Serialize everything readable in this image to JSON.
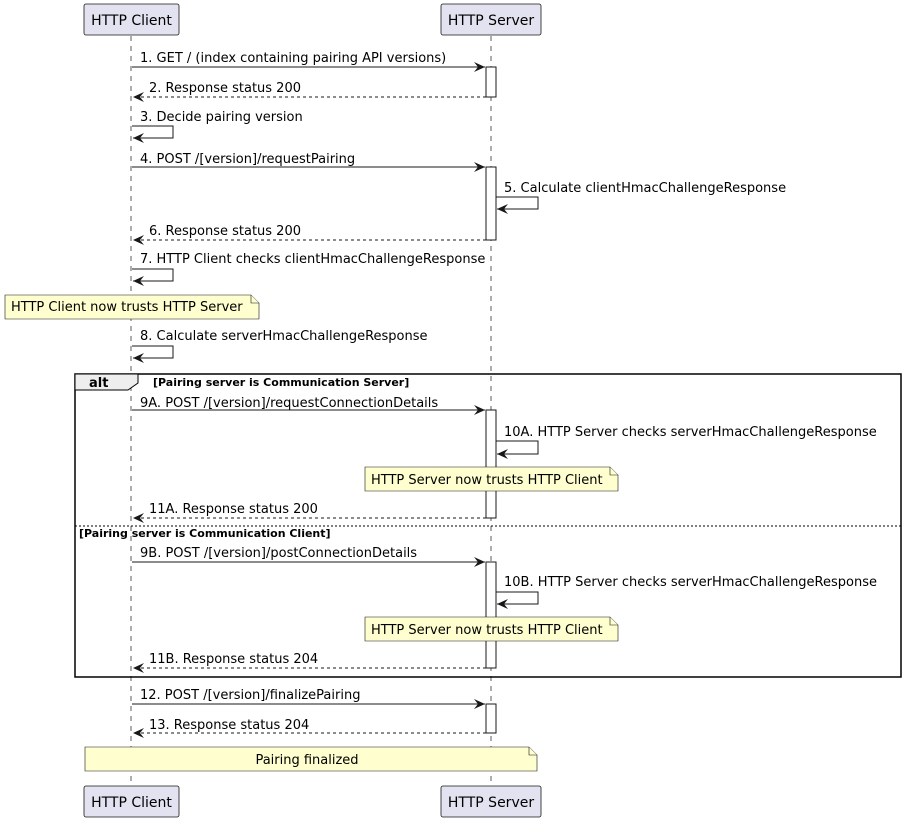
{
  "participants": [
    {
      "id": "client",
      "label": "HTTP Client"
    },
    {
      "id": "server",
      "label": "HTTP Server"
    }
  ],
  "messages": [
    {
      "id": "m1",
      "label": "1. GET / (index containing pairing API versions)",
      "from": "client",
      "to": "server",
      "style": "solid"
    },
    {
      "id": "m2",
      "label": "2. Response status 200",
      "from": "server",
      "to": "client",
      "style": "dashed"
    },
    {
      "id": "m3",
      "label": "3. Decide pairing version",
      "from": "client",
      "to": "client",
      "style": "solid"
    },
    {
      "id": "m4",
      "label": "4. POST /[version]/requestPairing",
      "from": "client",
      "to": "server",
      "style": "solid"
    },
    {
      "id": "m5",
      "label": "5. Calculate clientHmacChallengeResponse",
      "from": "server",
      "to": "server",
      "style": "solid"
    },
    {
      "id": "m6",
      "label": "6. Response status 200",
      "from": "server",
      "to": "client",
      "style": "dashed"
    },
    {
      "id": "m7",
      "label": "7. HTTP Client checks clientHmacChallengeResponse",
      "from": "client",
      "to": "client",
      "style": "solid"
    },
    {
      "id": "m8",
      "label": "8. Calculate serverHmacChallengeResponse",
      "from": "client",
      "to": "client",
      "style": "solid"
    },
    {
      "id": "m9a",
      "label": "9A. POST /[version]/requestConnectionDetails",
      "from": "client",
      "to": "server",
      "style": "solid"
    },
    {
      "id": "m10a",
      "label": "10A. HTTP Server checks serverHmacChallengeResponse",
      "from": "server",
      "to": "server",
      "style": "solid"
    },
    {
      "id": "m11a",
      "label": "11A. Response status 200",
      "from": "server",
      "to": "client",
      "style": "dashed"
    },
    {
      "id": "m9b",
      "label": "9B. POST /[version]/postConnectionDetails",
      "from": "client",
      "to": "server",
      "style": "solid"
    },
    {
      "id": "m10b",
      "label": "10B. HTTP Server checks serverHmacChallengeResponse",
      "from": "server",
      "to": "server",
      "style": "solid"
    },
    {
      "id": "m11b",
      "label": "11B. Response status 204",
      "from": "server",
      "to": "client",
      "style": "dashed"
    },
    {
      "id": "m12",
      "label": "12. POST /[version]/finalizePairing",
      "from": "client",
      "to": "server",
      "style": "solid"
    },
    {
      "id": "m13",
      "label": "13. Response status 204",
      "from": "server",
      "to": "client",
      "style": "dashed"
    }
  ],
  "notes": [
    {
      "id": "n1",
      "label": "HTTP Client now trusts HTTP Server"
    },
    {
      "id": "n2",
      "label": "HTTP Server now trusts HTTP Client"
    },
    {
      "id": "n3",
      "label": "HTTP Server now trusts HTTP Client"
    },
    {
      "id": "n4",
      "label": "Pairing finalized"
    }
  ],
  "alt_frame": {
    "keyword": "alt",
    "guard_1": "[Pairing server is Communication Server]",
    "guard_2": "[Pairing server is Communication Client]"
  }
}
